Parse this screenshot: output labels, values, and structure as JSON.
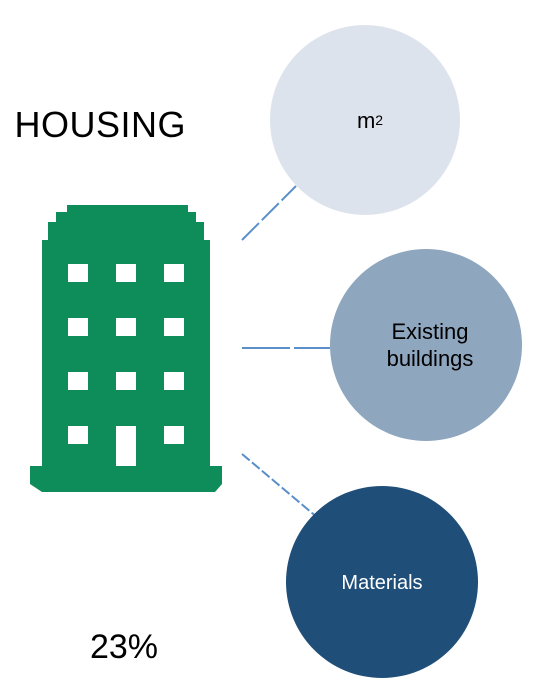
{
  "title": "HOUSING",
  "percentage": "23%",
  "colors": {
    "building": "#0e8c5a",
    "circle_m2": "#dde3ec",
    "circle_existing": "#8fa6bf",
    "circle_materials": "#1f4e79",
    "connector": "#5b8fc9"
  },
  "icons": {
    "building": "building-icon"
  },
  "nodes": [
    {
      "label": "m",
      "superscript": "2"
    },
    {
      "label": "Existing buildings"
    },
    {
      "label": "Materials"
    }
  ]
}
